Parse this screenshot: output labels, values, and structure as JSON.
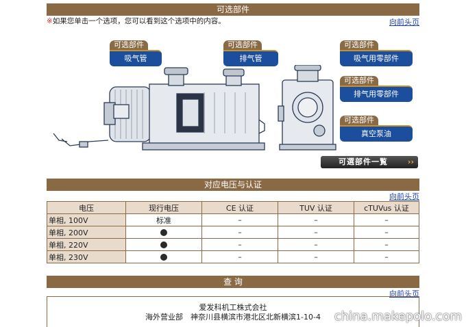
{
  "sections": {
    "options_title": "可选部件",
    "voltage_title": "对应电压与认证",
    "inquiry_title": "查 询"
  },
  "note": {
    "mark": "※",
    "text": "如果您单击一个选项，您可以看到这个选项中的内容。"
  },
  "back_to_top": "向前头页",
  "option_tags": {
    "header": "可选部件",
    "intake_pipe": "吸气管",
    "exhaust_pipe": "排气管",
    "intake_parts": "吸气用零部件",
    "exhaust_parts": "排气用零部件",
    "pump_oil": "真空泵油"
  },
  "options_list_button": {
    "label": "可選部件一覧",
    "arrow": "››"
  },
  "table": {
    "headers": [
      "电压",
      "现行电压",
      "CE 认证",
      "TUV 认证",
      "cTUVus 认证"
    ],
    "rows": [
      {
        "label": "单相, 100V",
        "current": "标准",
        "ce": "–",
        "tuv": "–",
        "ctuvus": "–"
      },
      {
        "label": "单相, 200V",
        "current": "●",
        "ce": "–",
        "tuv": "–",
        "ctuvus": "–"
      },
      {
        "label": "单相, 220V",
        "current": "●",
        "ce": "–",
        "tuv": "–",
        "ctuvus": "–"
      },
      {
        "label": "单相, 230V",
        "current": "●",
        "ce": "–",
        "tuv": "–",
        "ctuvus": "–"
      }
    ]
  },
  "contact": {
    "company": "爱发科机工株式会社",
    "address": "海外营业部　神奈川县横滨市港北区北新横滨1-10-4"
  },
  "watermark": "china.makepolo.com",
  "colors": {
    "brown": "#8a6a45",
    "blue": "#1b4e9c",
    "gold": "#c7922c",
    "beige": "#e8dbcc",
    "link": "#1a3fbf"
  }
}
